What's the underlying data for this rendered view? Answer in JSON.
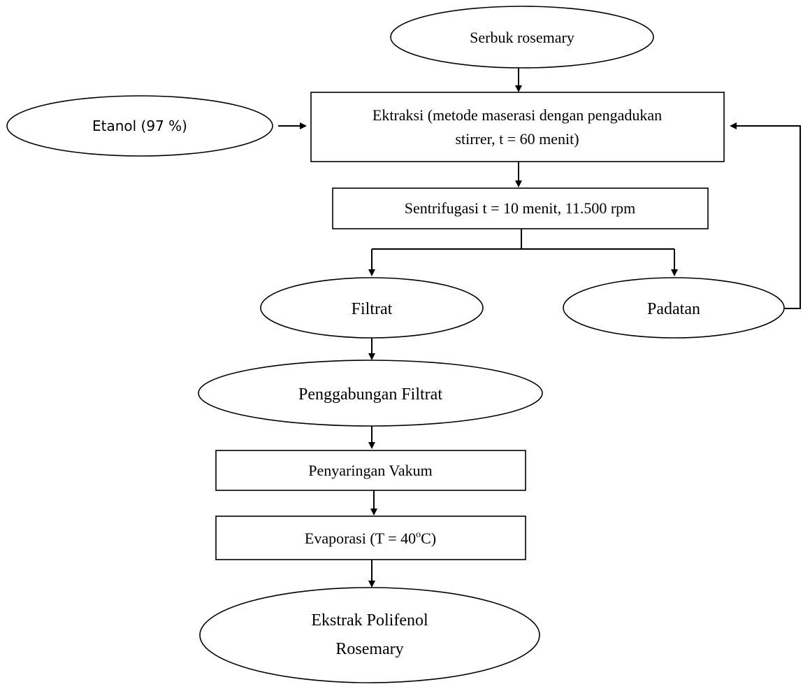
{
  "diagram": {
    "nodes": {
      "serbuk": "Serbuk rosemary",
      "etanol": "Etanol (97 %)",
      "ekstraksi_line1": "Ektraksi (metode maserasi dengan pengadukan",
      "ekstraksi_line2": "stirrer, t = 60 menit)",
      "sentrifugasi": "Sentrifugasi t = 10 menit, 11.500 rpm",
      "filtrat": "Filtrat",
      "padatan": "Padatan",
      "penggabungan": "Penggabungan Filtrat",
      "penyaringan": "Penyaringan Vakum",
      "evaporasi_pre": "Evaporasi (T = 40",
      "evaporasi_sup": "o",
      "evaporasi_post": "C)",
      "ekstrak_line1": "Ekstrak Polifenol",
      "ekstrak_line2": "Rosemary"
    }
  }
}
